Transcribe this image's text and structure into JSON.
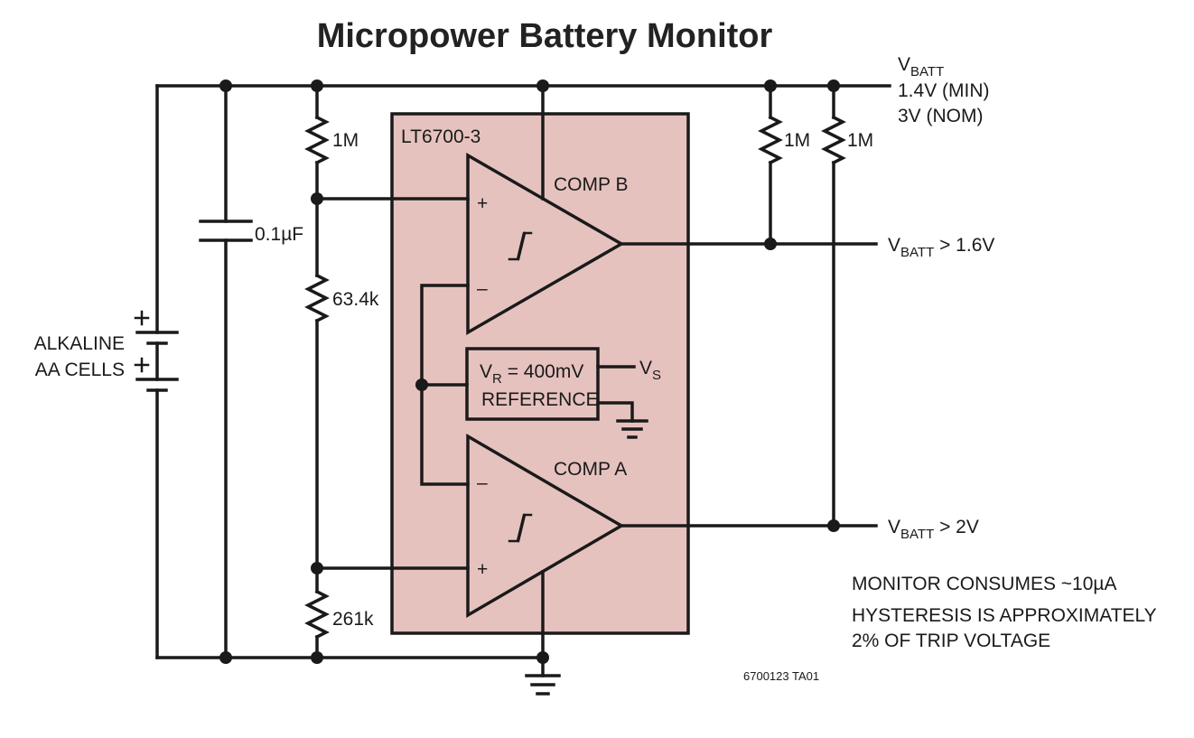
{
  "title": "Micropower Battery Monitor",
  "ic_name": "LT6700-3",
  "comp_b_label": "COMP B",
  "comp_a_label": "COMP A",
  "plus_sign": "+",
  "minus_sign": "–",
  "vbatt": {
    "main": "V",
    "sub": "BATT"
  },
  "vbatt_min": "1.4V (MIN)",
  "vbatt_nom": "3V (NOM)",
  "r_top_left": "1M",
  "r_mid_left": "63.4k",
  "r_bot_left": "261k",
  "r_pullup_b": "1M",
  "r_pullup_a": "1M",
  "capacitor": "0.1µF",
  "battery_line1": "ALKALINE",
  "battery_line2": "AA CELLS",
  "reference": {
    "v_main": "V",
    "v_sub": "R",
    "v_value": " = 400mV",
    "line2": "REFERENCE"
  },
  "vs": {
    "main": "V",
    "sub": "S"
  },
  "out_b": {
    "main": "V",
    "sub": "BATT",
    "rest": " > 1.6V"
  },
  "out_a": {
    "main": "V",
    "sub": "BATT",
    "rest": " > 2V"
  },
  "notes": [
    "MONITOR CONSUMES ~10µA",
    "HYSTERESIS IS APPROXIMATELY",
    "2% OF TRIP VOLTAGE"
  ],
  "figure_code": "6700123 TA01",
  "colors": {
    "ic_fill": "#e6c2bf",
    "line": "#1a1a1a"
  }
}
